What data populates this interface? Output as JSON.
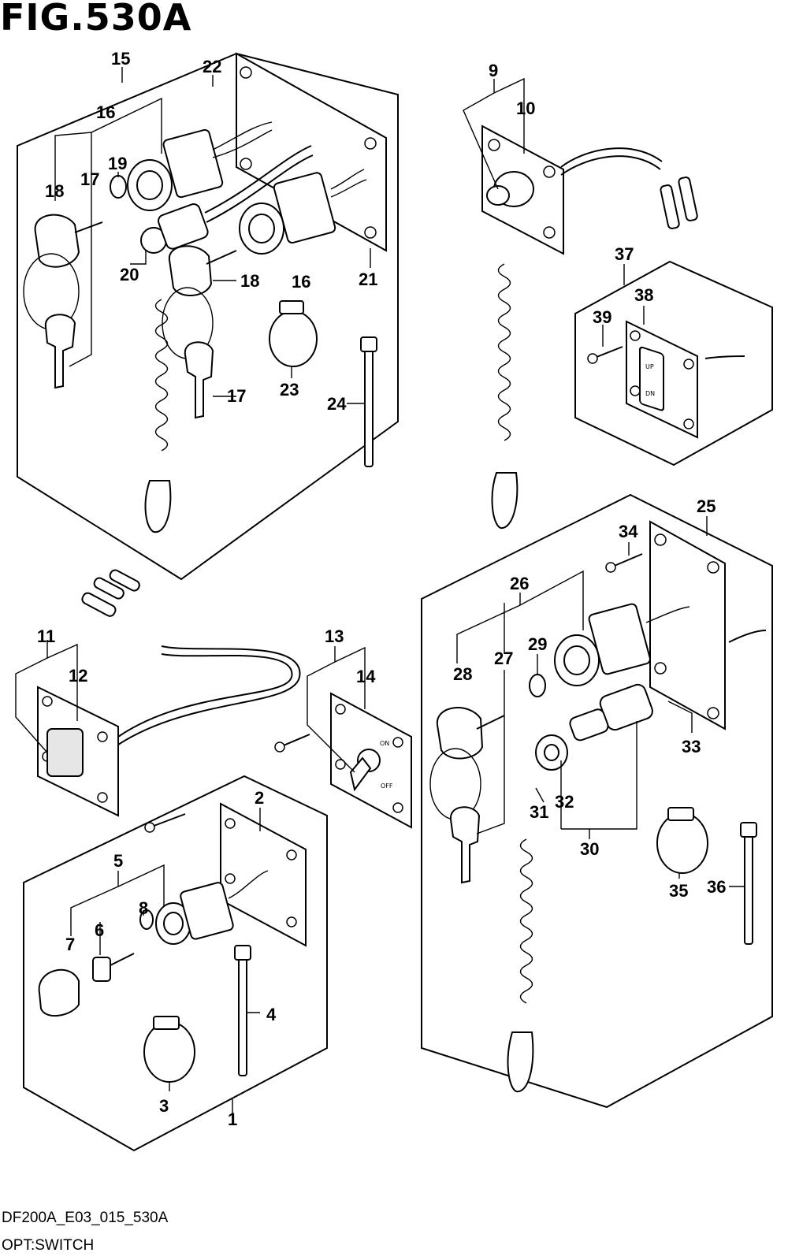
{
  "figure": {
    "title": "FIG.530A",
    "model_code": "DF200A_E03_015_530A",
    "caption": "OPT:SWITCH"
  },
  "callouts": [
    "1",
    "2",
    "3",
    "4",
    "5",
    "6",
    "7",
    "8",
    "9",
    "10",
    "11",
    "12",
    "13",
    "14",
    "15",
    "16",
    "16",
    "17",
    "17",
    "18",
    "18",
    "19",
    "20",
    "21",
    "22",
    "23",
    "24",
    "25",
    "26",
    "27",
    "28",
    "29",
    "30",
    "31",
    "32",
    "33",
    "34",
    "35",
    "36",
    "37",
    "38",
    "39"
  ],
  "switch_labels": {
    "trim_up": "UP",
    "trim_down": "DN",
    "toggle_on": "ON",
    "toggle_off": "OFF"
  }
}
